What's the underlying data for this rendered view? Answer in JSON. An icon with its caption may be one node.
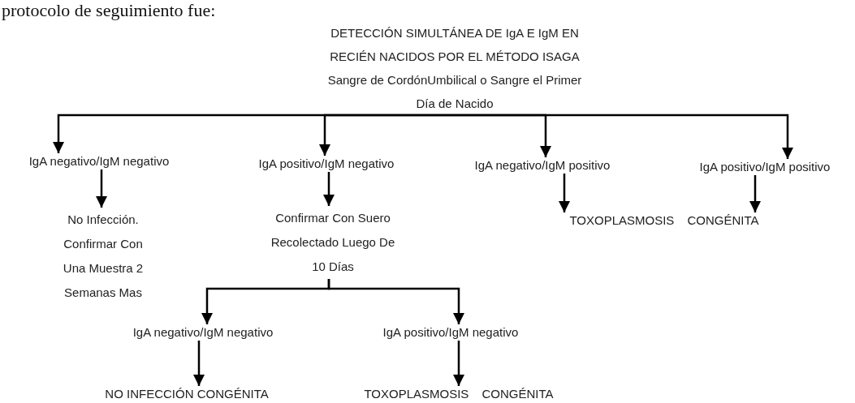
{
  "diagram": {
    "nodes": [
      {
        "text": [
          "DETECCIÓN SIMULTÁNEA DE IgA E IgM EN RECIÉN NACIDOS POR EL MÉTODO ISAGA",
          "Sangre de CordónUmbilical o Sangre el Primer Día de Nacido"
        ]
      },
      {
        "text": [
          "IgA negativo/IgM negativo"
        ]
      },
      {
        "text": [
          "IgA positivo/IgM negativo"
        ]
      },
      {
        "text": [
          "IgA negativo/IgM positivo"
        ]
      },
      {
        "text": [
          "IgA positivo/IgM positivo"
        ]
      },
      {
        "text": [
          "No Infección. Confirmar Con Una Muestra 2 Semanas Mas"
        ]
      },
      {
        "text": [
          "Confirmar Con Suero Recolectado Luego De 10 Días"
        ]
      },
      {
        "text": [
          "TOXOPLASMOSIS CONGÉNITA"
        ]
      },
      {
        "text": [
          "IgA negativo/IgM negativo"
        ]
      },
      {
        "text": [
          "IgA positivo/IgM negativo"
        ]
      },
      {
        "text": [
          "NO INFECCIÓN CONGÉNITA"
        ]
      },
      {
        "text": [
          "TOXOPLASMOSIS CONGÉNITA"
        ]
      }
    ],
    "edges": [
      {
        "from": 0,
        "to": 1,
        "arrow": "to"
      },
      {
        "from": 0,
        "to": 2,
        "arrow": "to"
      },
      {
        "from": 0,
        "to": 3,
        "arrow": "to"
      },
      {
        "from": 0,
        "to": 4,
        "arrow": "to"
      },
      {
        "from": 1,
        "to": 5,
        "arrow": "to"
      },
      {
        "from": 2,
        "to": 6,
        "arrow": "to"
      },
      {
        "from": 3,
        "to": 7,
        "arrow": "to"
      },
      {
        "from": 4,
        "to": 7,
        "arrow": "to"
      },
      {
        "from": 6,
        "to": 8,
        "arrow": "to"
      },
      {
        "from": 6,
        "to": 9,
        "arrow": "to"
      },
      {
        "from": 8,
        "to": 10,
        "arrow": "to"
      },
      {
        "from": 9,
        "to": 11,
        "arrow": "to"
      }
    ],
    "labels": [
      "protocolo de seguimiento fue:"
    ]
  }
}
